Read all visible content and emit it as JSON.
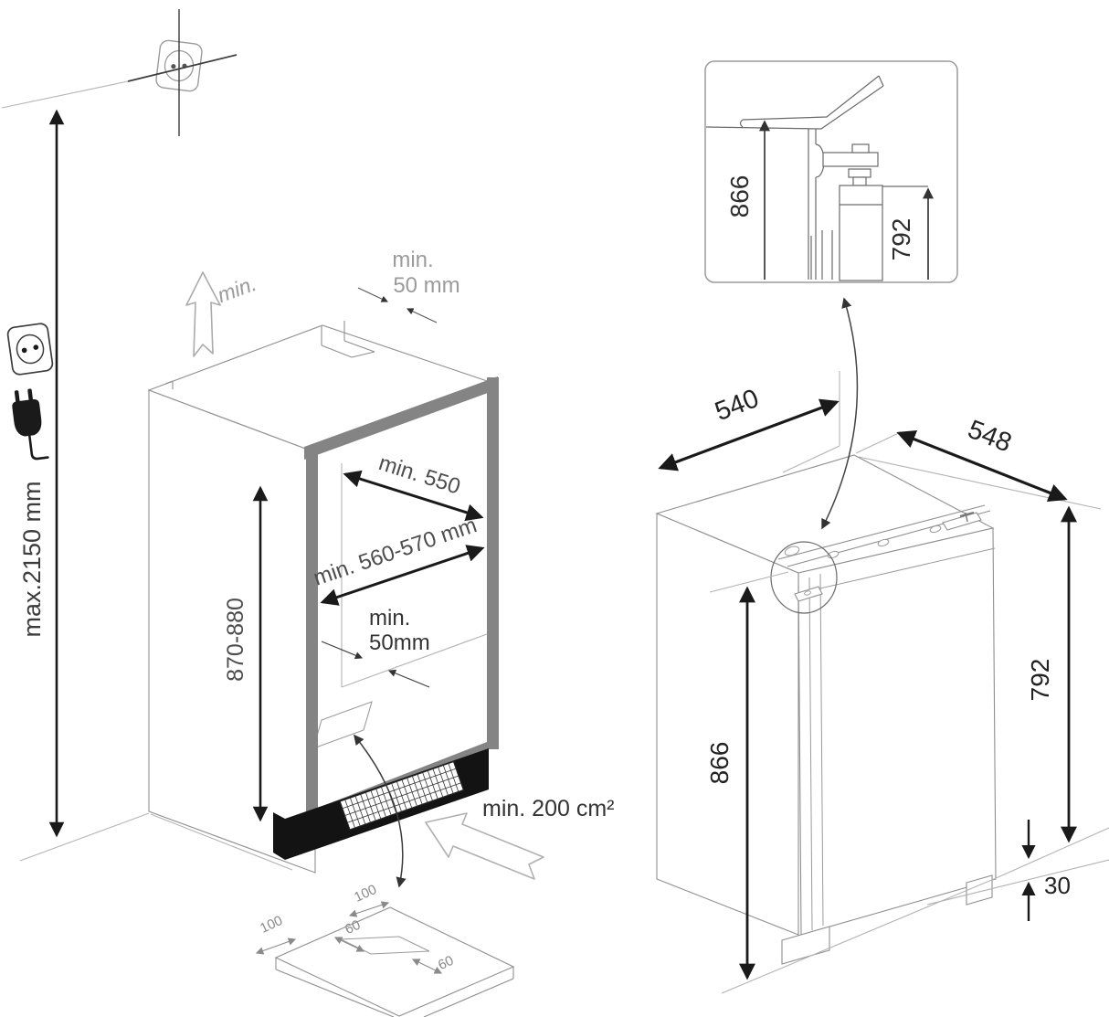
{
  "colors": {
    "line_dark": "#1a1a1a",
    "line_medium": "#5a5a5a",
    "construction_gray": "#b3b3b3",
    "frame_gray": "#848484",
    "plinth_black": "#131313",
    "dim_text_gray": "#4d4d4d",
    "muted_text_gray": "#9b9b9b"
  },
  "niche": {
    "cable_height": "max.2150 mm",
    "push_up": "min.",
    "top_vent": {
      "l1": "min.",
      "l2": "50 mm"
    },
    "depth": "min. 550",
    "width": "min. 560-570 mm",
    "height": "870-880",
    "rear_gap": {
      "l1": "min.",
      "l2": "50mm"
    },
    "vent_area": "min. 200 cm²",
    "cutout": {
      "offset_left": "100",
      "offset_top": "100",
      "width": "60",
      "depth": "60"
    }
  },
  "appliance": {
    "depth": "540",
    "width": "548",
    "front_height": "792",
    "overall_height": "866",
    "plinth_gap": "30",
    "inset": {
      "overall_height": "866",
      "front_height": "792"
    }
  },
  "icons": {
    "wall_socket_top": "power-socket-icon",
    "wall_socket_side": "power-socket-icon",
    "mains_plug": "power-plug-icon",
    "push_direction": "up-arrow-outline-icon",
    "airflow": "airflow-arrow-outline-icon",
    "detail_link": "curved-double-arrow-icon"
  }
}
